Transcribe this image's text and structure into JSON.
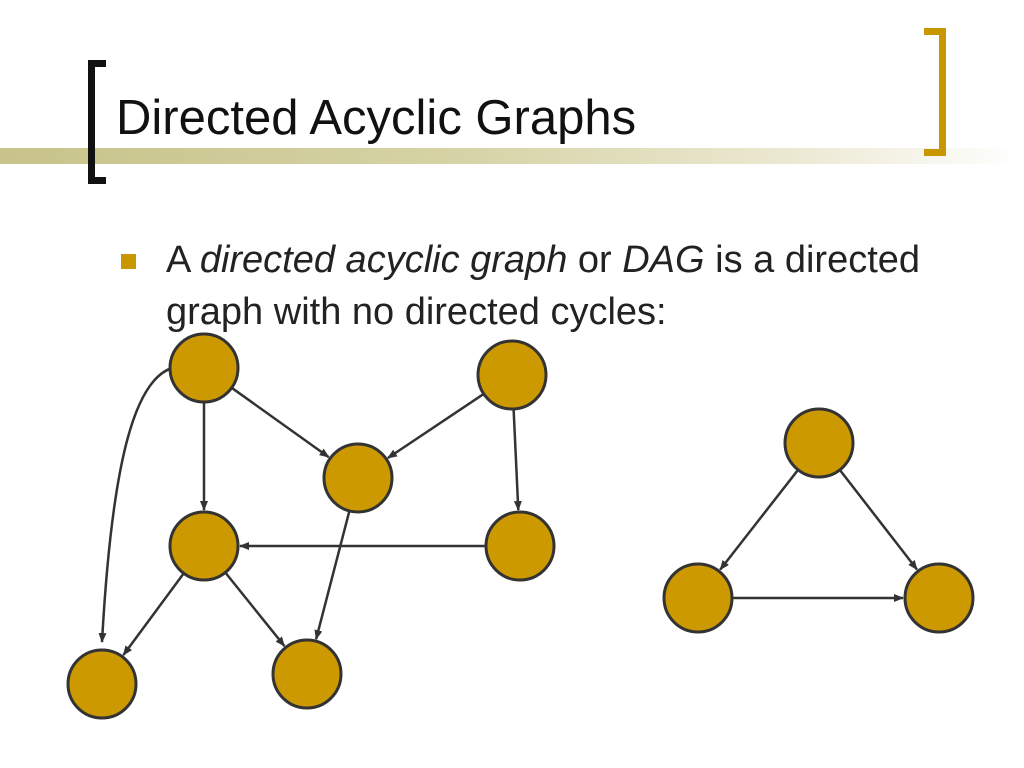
{
  "slide": {
    "title": "Directed Acyclic Graphs",
    "bullet": {
      "part1": "A ",
      "term1": "directed acyclic graph",
      "part2": " or ",
      "term2": "DAG",
      "part3": " is a directed graph with no directed cycles:"
    }
  },
  "colors": {
    "node_fill": "#cc9900",
    "node_stroke": "#333333",
    "edge": "#333333",
    "accent": "#c89700",
    "bracket_left": "#111111",
    "title_stripe": "#c7c38a"
  },
  "diagrams": [
    {
      "kind": "directed-acyclic-graph",
      "nodes": [
        "n1",
        "n2",
        "n3",
        "n4",
        "n5",
        "n6",
        "n7"
      ],
      "edges": [
        {
          "from": "n1",
          "to": "n3"
        },
        {
          "from": "n1",
          "to": "n4"
        },
        {
          "from": "n1",
          "to": "n6"
        },
        {
          "from": "n2",
          "to": "n3"
        },
        {
          "from": "n2",
          "to": "n5"
        },
        {
          "from": "n5",
          "to": "n4"
        },
        {
          "from": "n4",
          "to": "n6"
        },
        {
          "from": "n4",
          "to": "n7"
        },
        {
          "from": "n3",
          "to": "n7"
        }
      ]
    },
    {
      "kind": "directed-acyclic-graph",
      "nodes": [
        "t1",
        "t2",
        "t3"
      ],
      "edges": [
        {
          "from": "t1",
          "to": "t2"
        },
        {
          "from": "t1",
          "to": "t3"
        },
        {
          "from": "t2",
          "to": "t3"
        }
      ]
    }
  ]
}
